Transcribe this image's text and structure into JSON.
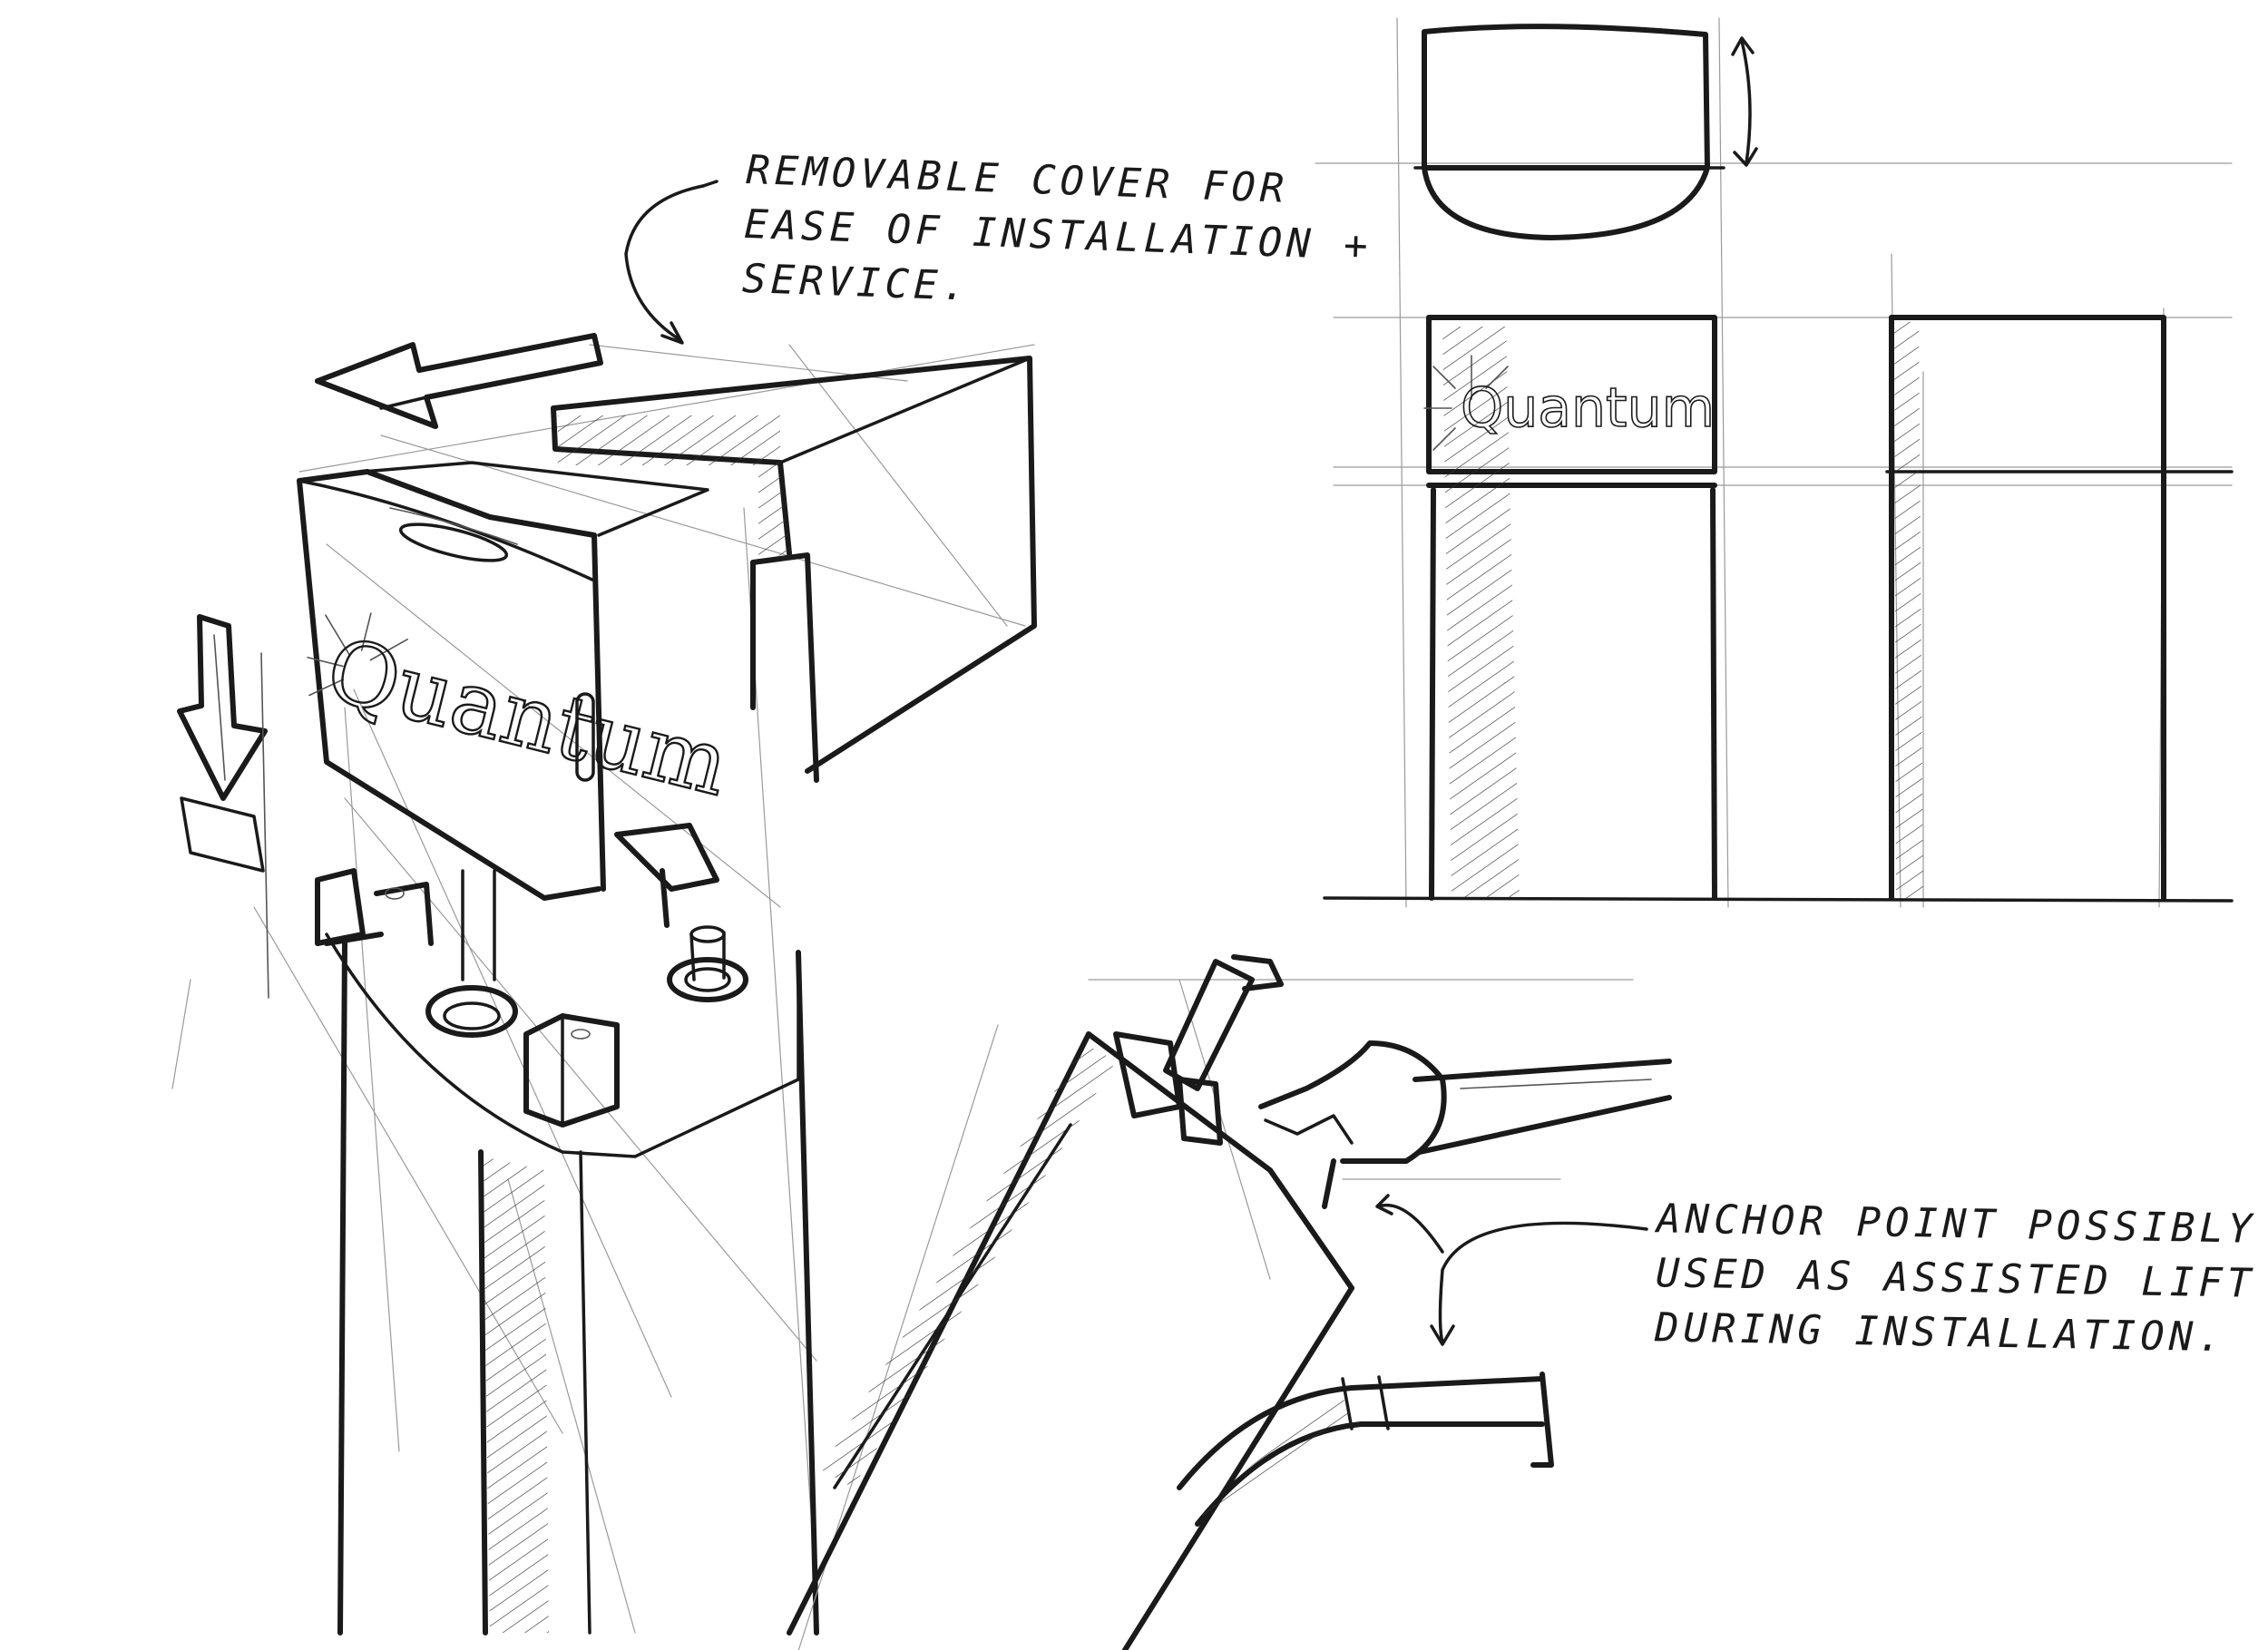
{
  "annotations": {
    "removable_cover": {
      "line1": "REMOVABLE COVER FOR",
      "line2": "EASE OF INSTALLATION +",
      "line3": "SERVICE."
    },
    "anchor_point": {
      "line1": "ANCHOR POINT POSSIBLY",
      "line2": "USED AS ASSISTED LIFT",
      "line3": "DURING INSTALLATION."
    }
  },
  "brand": {
    "name": "Quantum"
  },
  "colors": {
    "ink": "#1a1a1a",
    "paper": "#ffffff"
  }
}
